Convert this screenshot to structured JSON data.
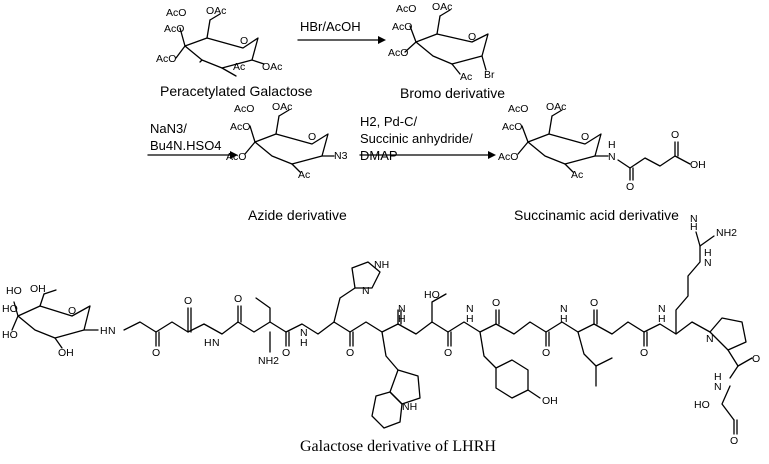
{
  "scheme": {
    "step1": {
      "reagent": "HBr/AcOH"
    },
    "step2": {
      "reagent_line1": "NaN3/",
      "reagent_line2": "Bu4N.HSO4"
    },
    "step3": {
      "reagent_line1": "H2, Pd-C/",
      "reagent_line2": "Succinic anhydride/",
      "reagent_line3": "DMAP"
    }
  },
  "compounds": {
    "peracetylated": "Peracetylated Galactose",
    "bromo": "Bromo derivative",
    "azide": "Azide derivative",
    "succinamic": "Succinamic acid derivative",
    "lhrh_conjugate": "Galactose derivative of LHRH"
  },
  "atoms": {
    "oac": "OAc",
    "ac": "Ac",
    "ac_o": "AcO",
    "o": "O",
    "br": "Br",
    "n3": "N3",
    "h": "H",
    "n": "N",
    "nh": "NH",
    "nh2": "NH2",
    "oh": "OH",
    "ho": "HO",
    "hoh": "HO"
  }
}
